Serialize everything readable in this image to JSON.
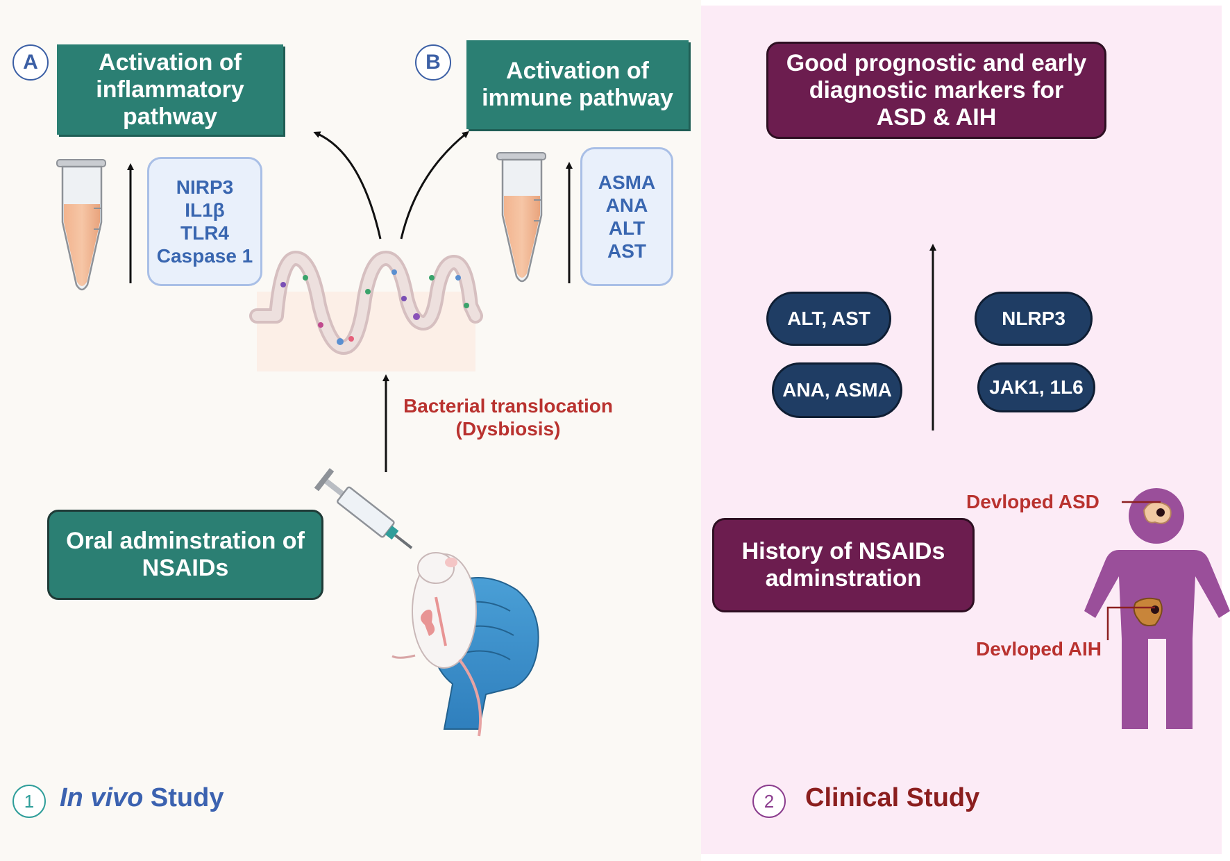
{
  "left": {
    "box_a_letter": "A",
    "box_a_title": "Activation of inflammatory pathway",
    "box_a_markers": [
      "NIRP3",
      "IL1β",
      "TLR4",
      "Caspase 1"
    ],
    "box_b_letter": "B",
    "box_b_title": "Activation of immune pathway",
    "box_b_markers": [
      "ASMA",
      "ANA",
      "ALT",
      "AST"
    ],
    "translocation_line1": "Bacterial translocation",
    "translocation_line2": "(Dysbiosis)",
    "oral_title": "Oral adminstration of NSAIDs",
    "study_number": "1",
    "study_italic": "In vivo",
    "study_rest": " Study"
  },
  "right": {
    "markers_title": "Good prognostic and early diagnostic markers for ASD & AIH",
    "pills": [
      "ALT, AST",
      "NLRP3",
      "ANA, ASMA",
      "JAK1, 1L6"
    ],
    "history_title": "History of NSAIDs adminstration",
    "asd_label": "Devloped ASD",
    "aih_label": "Devloped AIH",
    "study_number": "2",
    "study_label": "Clinical Study"
  },
  "colors": {
    "teal": "#2b7f73",
    "plum": "#6c1d4f",
    "navy": "#1f3d64",
    "red": "#b9322f",
    "blue": "#3966b0",
    "figure_purple": "#9a4f9a"
  }
}
